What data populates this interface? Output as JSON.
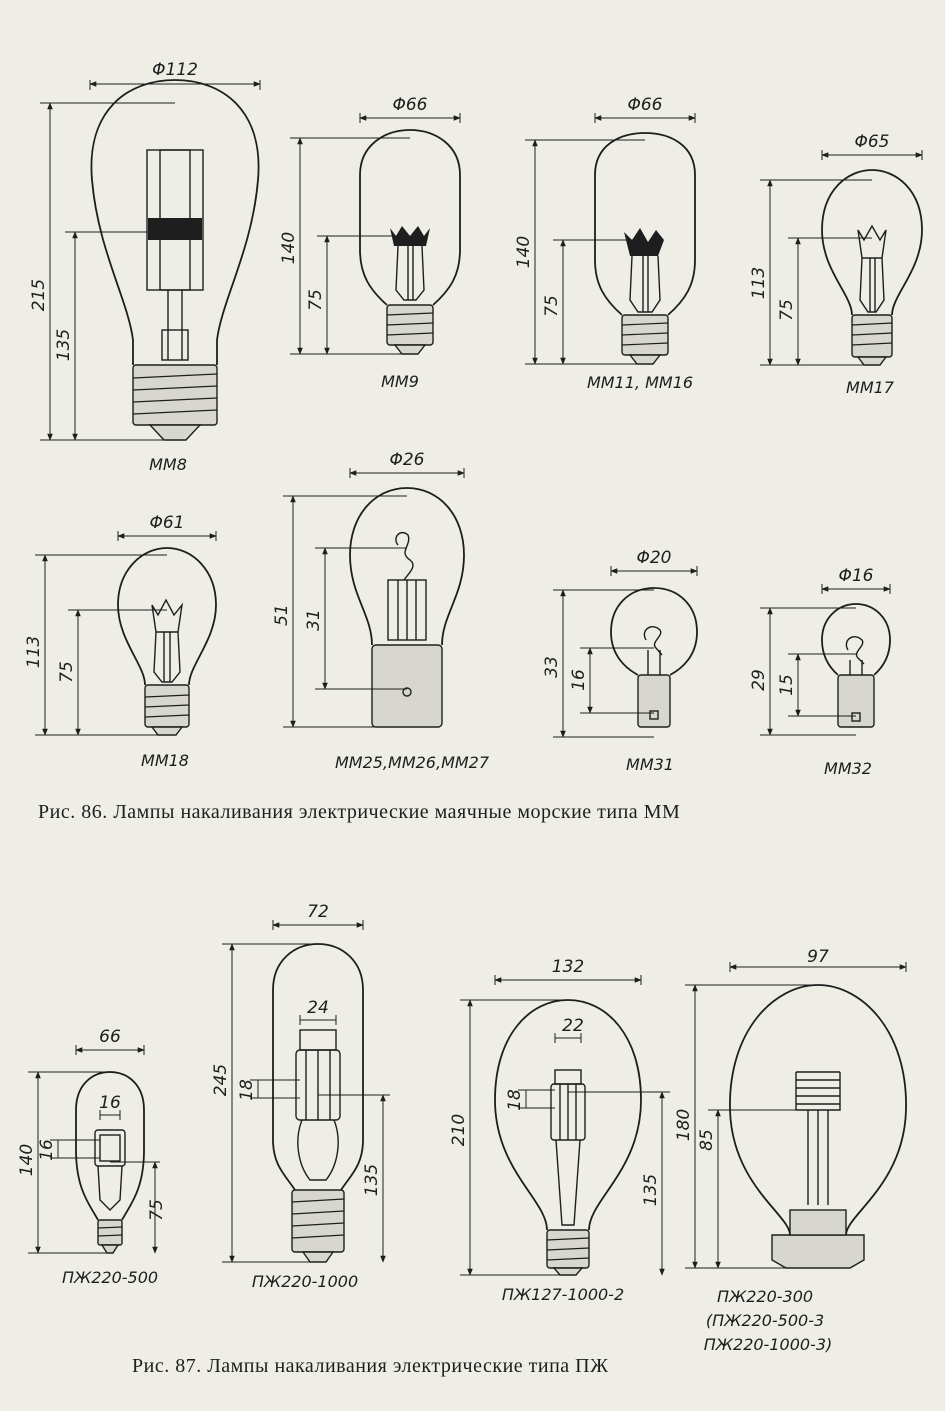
{
  "figure86": {
    "caption": "Рис. 86. Лампы накаливания электрические маячные морские типа ММ",
    "lamps": [
      {
        "name": "ММ8",
        "diameter": "Φ112",
        "height_total": "215",
        "height_center": "135"
      },
      {
        "name": "ММ9",
        "diameter": "Φ66",
        "height_total": "140",
        "height_center": "75"
      },
      {
        "name": "ММ11, ММ16",
        "diameter": "Φ66",
        "height_total": "140",
        "height_center": "75"
      },
      {
        "name": "ММ17",
        "diameter": "Φ65",
        "height_total": "113",
        "height_center": "75"
      },
      {
        "name": "ММ18",
        "diameter": "Φ61",
        "height_total": "113",
        "height_center": "75"
      },
      {
        "name": "ММ25,ММ26,ММ27",
        "diameter": "Φ26",
        "height_total": "51",
        "height_center": "31"
      },
      {
        "name": "ММ31",
        "diameter": "Φ20",
        "height_total": "33",
        "height_center": "16"
      },
      {
        "name": "ММ32",
        "diameter": "Φ16",
        "height_total": "29",
        "height_center": "15"
      }
    ]
  },
  "figure87": {
    "caption": "Рис. 87. Лампы накаливания электрические типа ПЖ",
    "lamps": [
      {
        "name": "ПЖ220-500",
        "diameter": "66",
        "height_total": "140",
        "body_width": "16",
        "body_height": "16",
        "height_center": "75"
      },
      {
        "name": "ПЖ220-1000",
        "diameter": "72",
        "height_total": "245",
        "body_width": "24",
        "body_height": "18",
        "height_center": "135"
      },
      {
        "name": "ПЖ127-1000-2",
        "diameter": "132",
        "height_total": "210",
        "body_width": "22",
        "body_height": "18",
        "height_center": "135"
      },
      {
        "name": "ПЖ220-300",
        "name_alt1": "(ПЖ220-500-3",
        "name_alt2": "ПЖ220-1000-3)",
        "diameter": "97",
        "height_total": "180",
        "height_center": "85"
      }
    ]
  }
}
